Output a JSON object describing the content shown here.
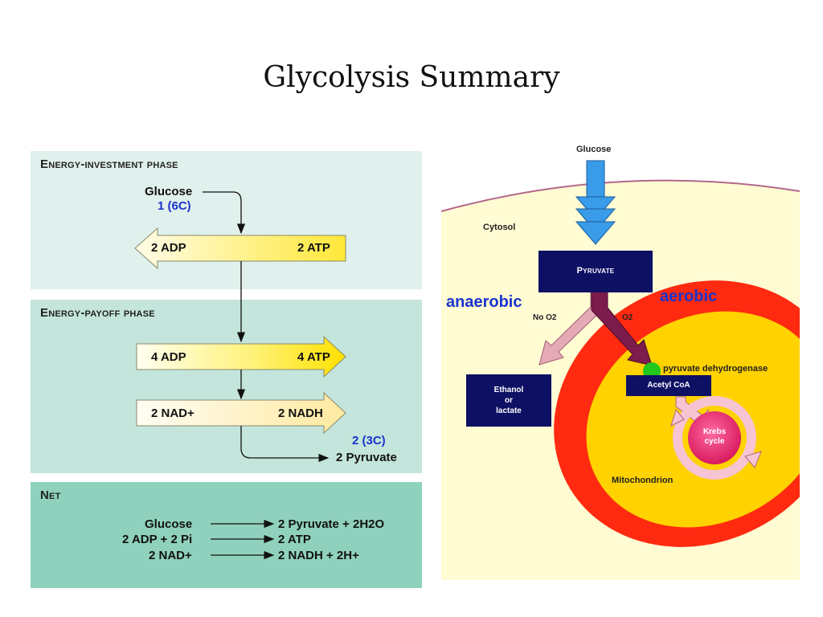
{
  "slide": {
    "title": "Glycolysis Summary"
  },
  "left_panel": {
    "investment": {
      "heading": "Energy-investment phase",
      "glucose_label": "Glucose",
      "glucose_count": "1 (6C)",
      "arrow_left_label": "2 ADP",
      "arrow_right_label": "2 ATP"
    },
    "payoff": {
      "heading": "Energy-payoff phase",
      "arrow1_left_label": "4 ADP",
      "arrow1_right_label": "4 ATP",
      "arrow2_left_label": "2 NAD+",
      "arrow2_right_label": "2 NADH",
      "product_count": "2 (3C)",
      "product_label": "2 Pyruvate"
    },
    "net": {
      "heading": "Net",
      "rows": [
        {
          "left": "Glucose",
          "right": "2 Pyruvate + 2H2O"
        },
        {
          "left": "2 ADP + 2 Pi",
          "right": "2 ATP"
        },
        {
          "left": "2 NAD+",
          "right": "2 NADH + 2H+"
        }
      ]
    }
  },
  "right_panel": {
    "glucose_label": "Glucose",
    "cytosol_label": "Cytosol",
    "pyruvate_label": "Pyruvate",
    "anaerobic_label": "anaerobic",
    "aerobic_label": "aerobic",
    "no_o2_label": "No O2",
    "o2_label": "O2",
    "ethanol_line1": "Ethanol",
    "ethanol_line2": "or",
    "ethanol_line3": "lactate",
    "enzyme_label": "pyruvate dehydrogenase",
    "acetyl_label": "Acetyl CoA",
    "krebs_line1": "Krebs",
    "krebs_line2": "cycle",
    "mito_label": "Mitochondrion"
  },
  "colors": {
    "investment_bg": "#e0f0ec",
    "payoff_bg": "#c3e5dc",
    "net_bg": "#8fd1bd",
    "navy_box": "#0d1063",
    "glucose_arrow": "#3a9be8",
    "anaerobic_arrow": "#e6a9b7",
    "aerobic_arrow": "#7c1c4c",
    "mito_outer": "#ff2a10",
    "mito_inner": "#ffd200",
    "krebs": "#e8226e",
    "enzyme_dot": "#22c81e",
    "label_blue": "#1a33cc"
  }
}
